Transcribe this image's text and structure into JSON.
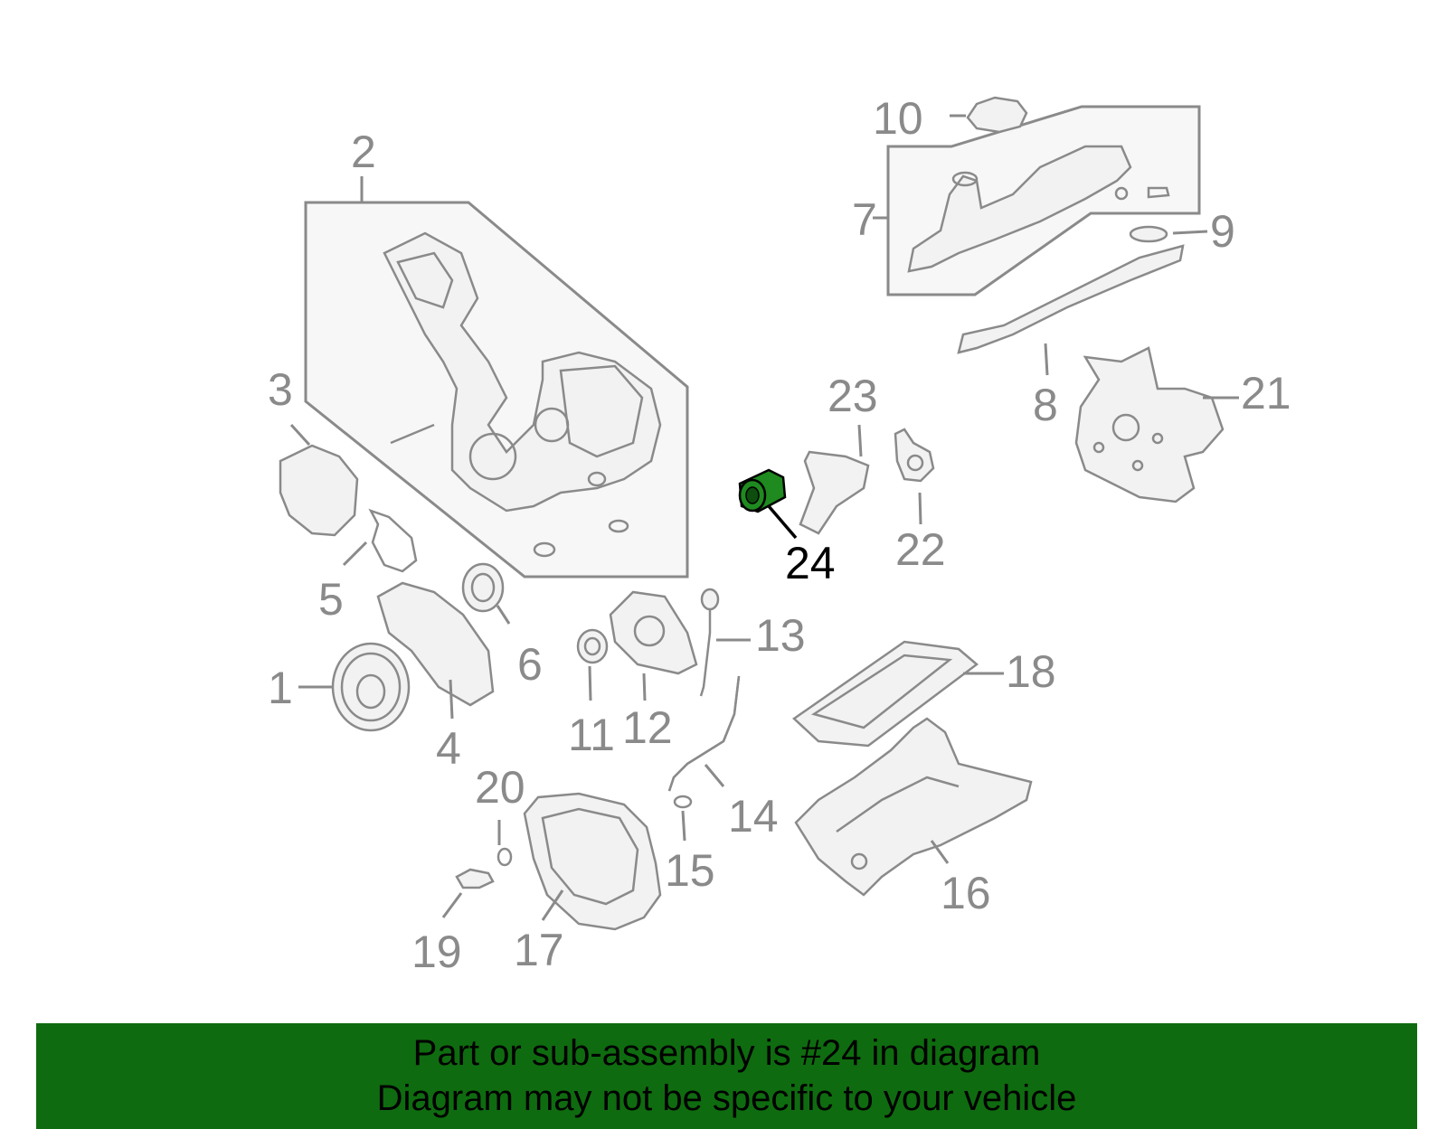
{
  "diagram": {
    "callouts": {
      "c1": "1",
      "c2": "2",
      "c3": "3",
      "c4": "4",
      "c5": "5",
      "c6": "6",
      "c7": "7",
      "c8": "8",
      "c9": "9",
      "c10": "10",
      "c11": "11",
      "c12": "12",
      "c13": "13",
      "c14": "14",
      "c15": "15",
      "c16": "16",
      "c17": "17",
      "c18": "18",
      "c19": "19",
      "c20": "20",
      "c21": "21",
      "c22": "22",
      "c23": "23",
      "c24": "24"
    },
    "highlighted_part": "24",
    "colors": {
      "part_stroke": "#8a8a8a",
      "highlight_fill": "#1f8a1f",
      "highlight_label": "#000000",
      "banner_bg": "#0f6b0f"
    }
  },
  "banner": {
    "line1": "Part or sub-assembly is #24 in diagram",
    "line2": "Diagram may not be specific to your vehicle"
  }
}
